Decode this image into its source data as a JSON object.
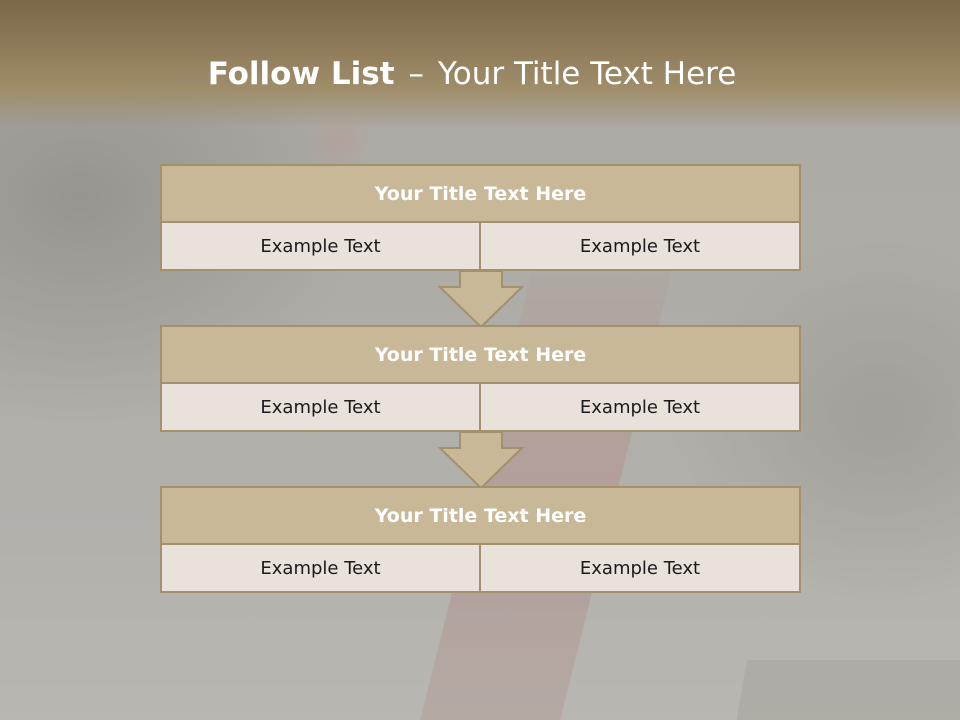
{
  "title": {
    "bold": "Follow List",
    "dash": "–",
    "rest": "Your Title Text Here"
  },
  "blocks": [
    {
      "title": "Your Title Text Here",
      "left": "Example Text",
      "right": "Example Text"
    },
    {
      "title": "Your Title Text Here",
      "left": "Example Text",
      "right": "Example Text"
    },
    {
      "title": "Your Title Text Here",
      "left": "Example Text",
      "right": "Example Text"
    }
  ],
  "colors": {
    "header": "#8b7757",
    "title_fill": "#c9b897",
    "cell_fill": "#e8e2da",
    "border": "#a3916d"
  }
}
